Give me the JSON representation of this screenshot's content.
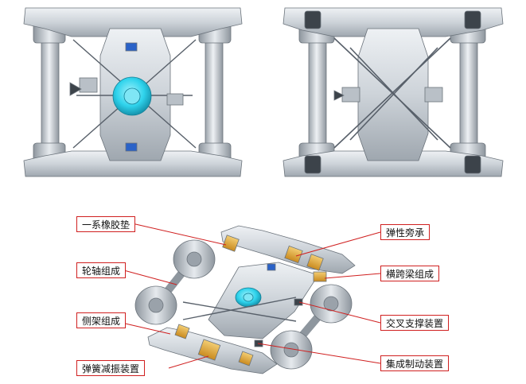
{
  "figure": {
    "views": [
      "top-view",
      "bottom-view",
      "exploded-isometric-view"
    ],
    "colors": {
      "frame": "#cdd3d9",
      "frame_edge": "#6b737b",
      "wheelset": "#c3c9cf",
      "pivot_disc": "#2fd3ec",
      "spring_pad": "#e2a93a",
      "leader_line": "#d02020"
    }
  },
  "labels": {
    "primary_rubber_pad": "一系橡胶垫",
    "wheelset_assembly": "轮轴组成",
    "side_frame_assembly": "侧架组成",
    "spring_damping_device": "弹簧减振装置",
    "elastic_side_bearing": "弹性旁承",
    "transom_assembly": "横跨梁组成",
    "cross_bracing_device": "交叉支撑装置",
    "integrated_brake_device": "集成制动装置"
  }
}
